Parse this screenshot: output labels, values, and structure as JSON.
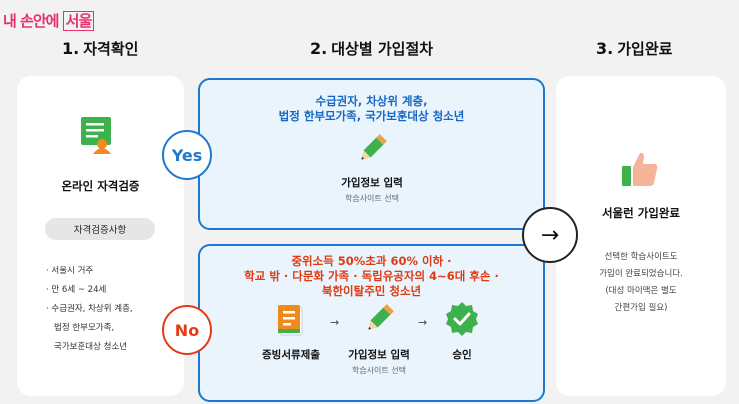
{
  "logo": {
    "prefix": "내 손안에",
    "boxed": "서울"
  },
  "steps": [
    {
      "num": "1.",
      "title": "자격확인"
    },
    {
      "num": "2.",
      "title": "대상별 가입절차"
    },
    {
      "num": "3.",
      "title": "가입완료"
    }
  ],
  "col1": {
    "title": "온라인 자격검증",
    "pill": "자격검증사항",
    "bullets": [
      "서울시 거주",
      "만 6세 ~ 24세",
      "수급권자, 차상위 계층,",
      "법정 한부모가족,",
      "국가보훈대상 청소년"
    ]
  },
  "yes_panel": {
    "badge": "Yes",
    "target_line1": "수급권자, 차상위 계층,",
    "target_line2": "법정 한부모가족, 국가보훈대상 청소년",
    "action_label": "가입정보 입력",
    "action_sub": "학습사이트 선택"
  },
  "no_panel": {
    "badge": "No",
    "target_line1": "중위소득 50%초과 60% 이하 ·",
    "target_line2": "학교 밖 · 다문화 가족 · 독립유공자의 4~6대 후손 ·",
    "target_line3": "북한이탈주민 청소년",
    "step1_label": "증빙서류제출",
    "step2_label": "가입정보 입력",
    "step2_sub": "학습사이트 선택",
    "step3_label": "승인",
    "arrow": "→"
  },
  "col3": {
    "title": "서울런 가입완료",
    "desc1": "선택한 학습사이트도",
    "desc2": "가입이 완료되었습니다.",
    "desc3": "(대성 마이맥은 별도",
    "desc4": "간편가입 필요)"
  },
  "next_arrow": "→",
  "colors": {
    "blue": "#1e78cf",
    "red": "#e53a1a",
    "green": "#3db14b",
    "orange": "#f08a1c",
    "pink": "#e8326e"
  }
}
